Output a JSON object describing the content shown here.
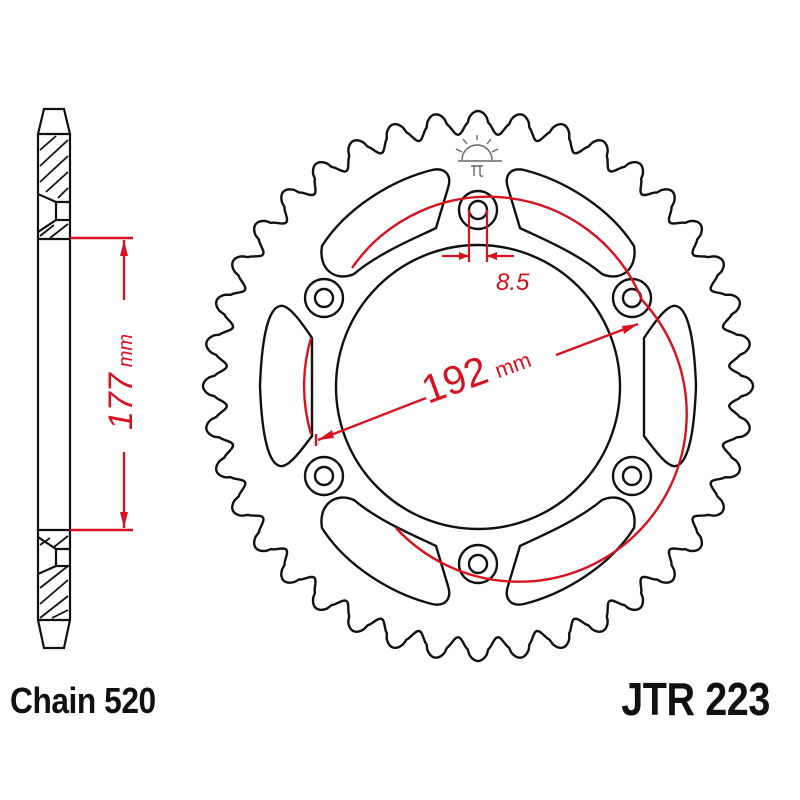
{
  "product": {
    "chain_label": "Chain 520",
    "part_number": "JTR 223"
  },
  "dimensions": {
    "side_height": "177",
    "side_height_unit": "mm",
    "pcd": "192",
    "pcd_unit": "mm",
    "bolt_hole": "8.5"
  },
  "sprocket": {
    "teeth_drawn": 40,
    "bolt_holes": 6,
    "lightening_slots": 6
  },
  "colors": {
    "outline": "#111111",
    "dimension": "#d9121f",
    "logo": "#666666"
  },
  "icons": {
    "logo": "jt-sun-logo"
  }
}
